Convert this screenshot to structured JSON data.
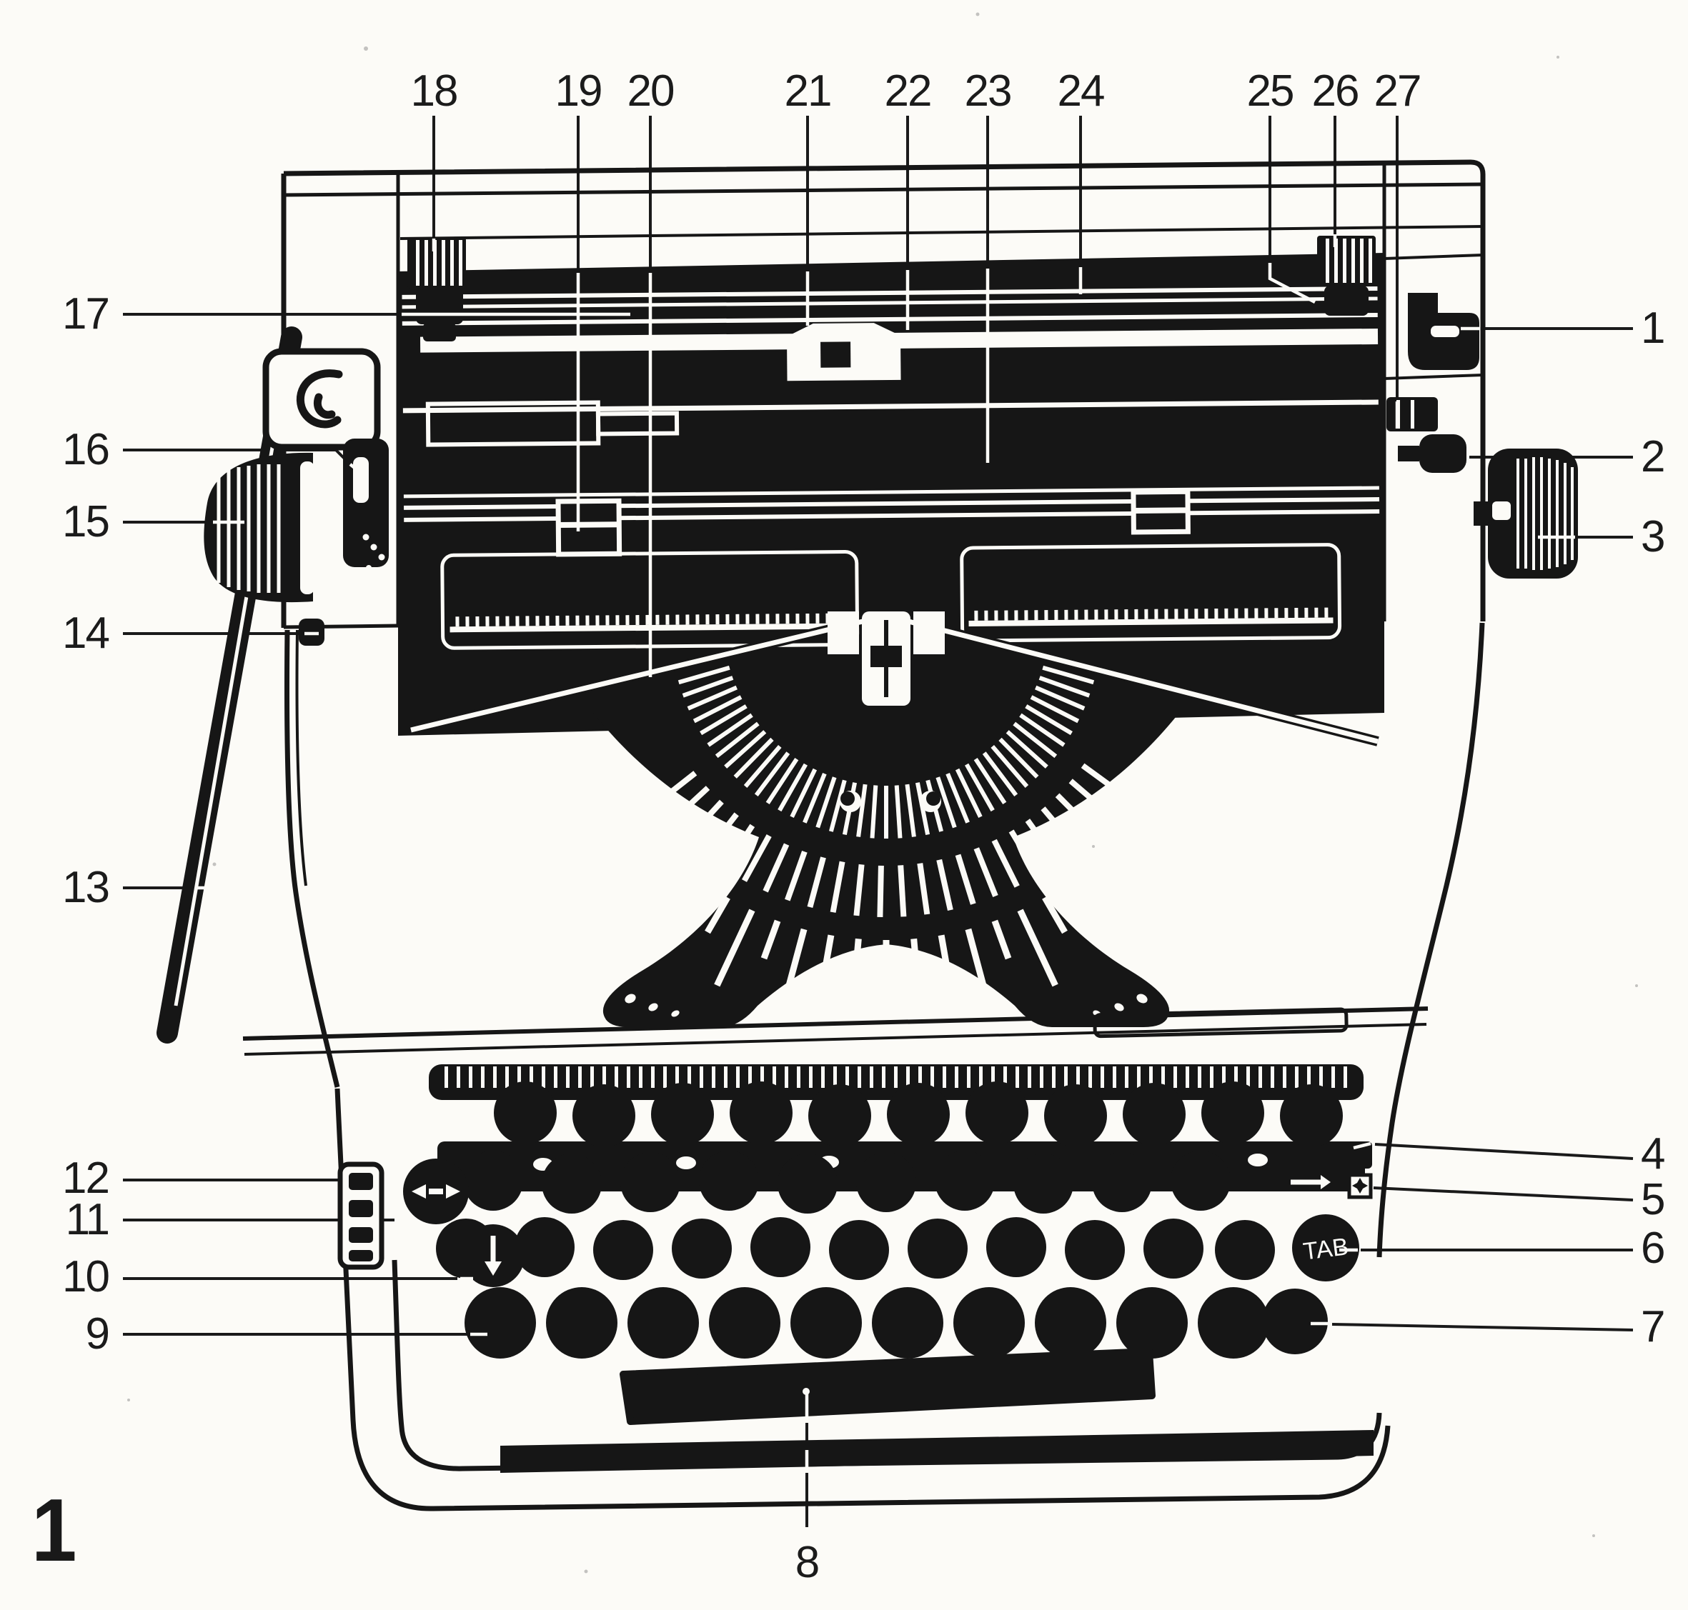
{
  "figure": {
    "number_label": "1"
  },
  "diagram": {
    "type": "typewriter front-view numbered parts diagram",
    "style": "black-and-white line art scan",
    "ink_color": "#161616",
    "paper_color": "#fcfbf7",
    "tab_key_label": "TAB",
    "key_icons": {
      "margin_release_star": "✦",
      "tab_set_arrow": "→",
      "shift_down_arrow": "↓",
      "margin_set_arrows": "◀▶"
    },
    "callouts": [
      {
        "id": "1",
        "label": "1"
      },
      {
        "id": "2",
        "label": "2"
      },
      {
        "id": "3",
        "label": "3"
      },
      {
        "id": "4",
        "label": "4"
      },
      {
        "id": "5",
        "label": "5"
      },
      {
        "id": "6",
        "label": "6"
      },
      {
        "id": "7",
        "label": "7"
      },
      {
        "id": "8",
        "label": "8"
      },
      {
        "id": "9",
        "label": "9"
      },
      {
        "id": "10",
        "label": "10"
      },
      {
        "id": "11",
        "label": "11"
      },
      {
        "id": "12",
        "label": "12"
      },
      {
        "id": "13",
        "label": "13"
      },
      {
        "id": "14",
        "label": "14"
      },
      {
        "id": "15",
        "label": "15"
      },
      {
        "id": "16",
        "label": "16"
      },
      {
        "id": "17",
        "label": "17"
      },
      {
        "id": "18",
        "label": "18"
      },
      {
        "id": "19",
        "label": "19"
      },
      {
        "id": "20",
        "label": "20"
      },
      {
        "id": "21",
        "label": "21"
      },
      {
        "id": "22",
        "label": "22"
      },
      {
        "id": "23",
        "label": "23"
      },
      {
        "id": "24",
        "label": "24"
      },
      {
        "id": "25",
        "label": "25"
      },
      {
        "id": "26",
        "label": "26"
      },
      {
        "id": "27",
        "label": "27"
      }
    ]
  }
}
